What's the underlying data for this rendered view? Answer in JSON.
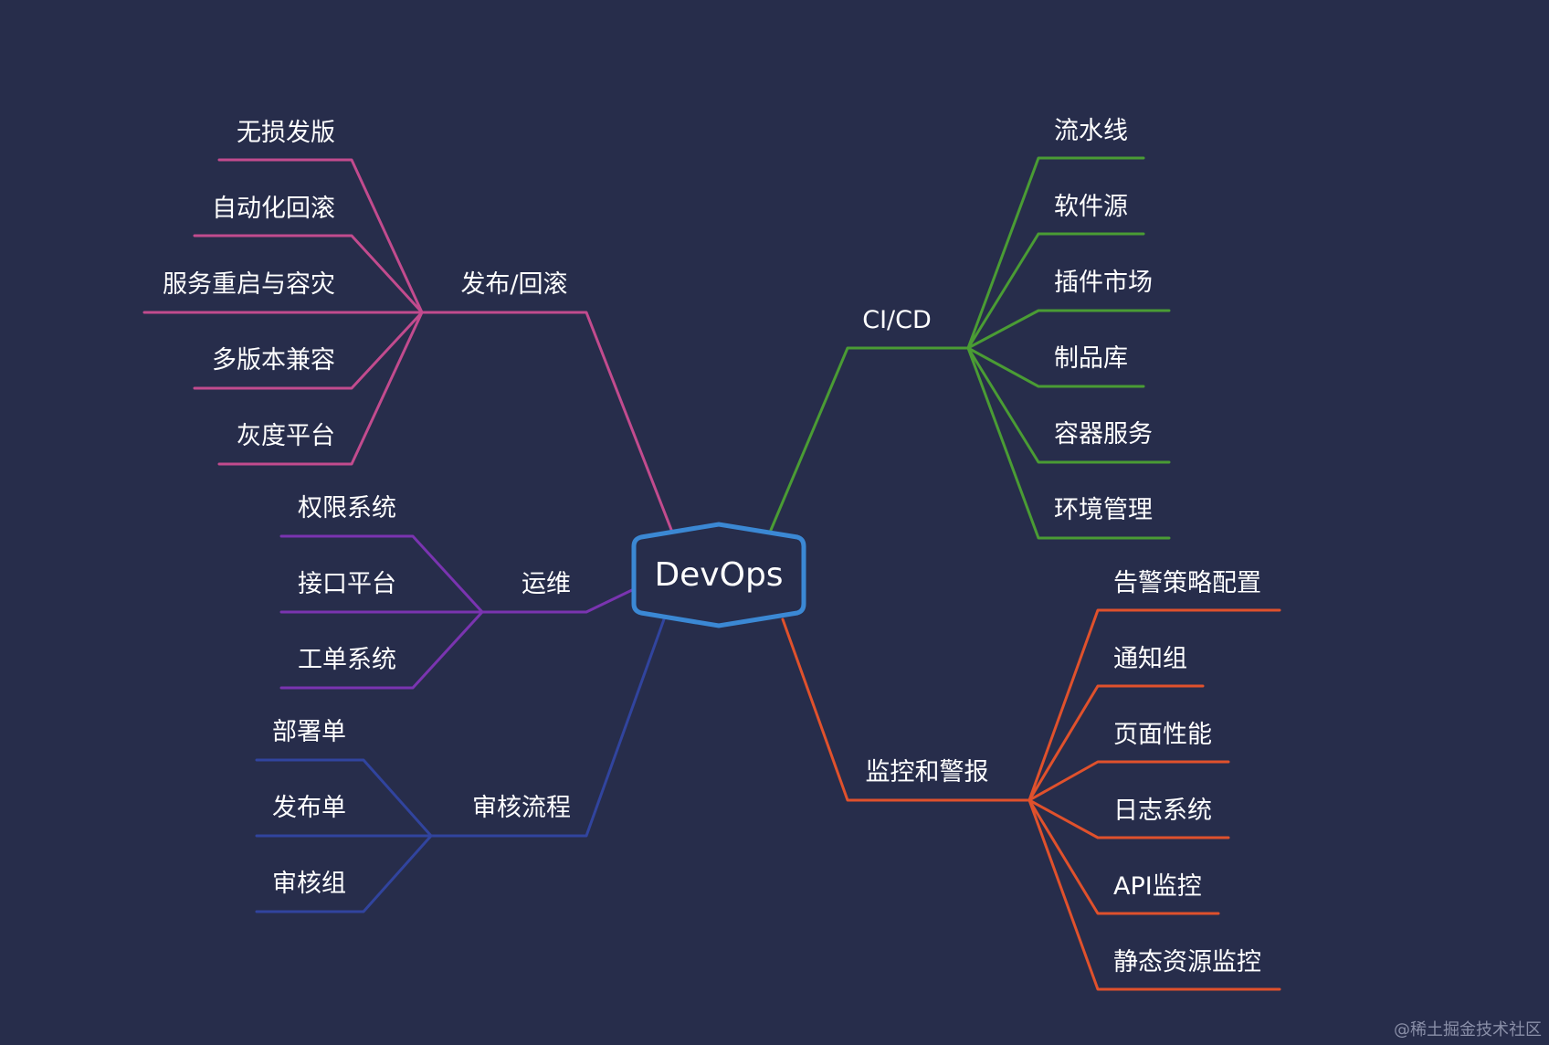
{
  "root": {
    "label": "DevOps",
    "color": "#3b88d4"
  },
  "branches": [
    {
      "id": "release",
      "label": "发布/回滚",
      "color": "#c24b8e",
      "items": [
        "无损发版",
        "自动化回滚",
        "服务重启与容灾",
        "多版本兼容",
        "灰度平台"
      ]
    },
    {
      "id": "ops",
      "label": "运维",
      "color": "#7a34b0",
      "items": [
        "权限系统",
        "接口平台",
        "工单系统"
      ]
    },
    {
      "id": "review",
      "label": "审核流程",
      "color": "#31449e",
      "items": [
        "部署单",
        "发布单",
        "审核组"
      ]
    },
    {
      "id": "cicd",
      "label": "CI/CD",
      "color": "#4a9c34",
      "items": [
        "流水线",
        "软件源",
        "插件市场",
        "制品库",
        "容器服务",
        "环境管理"
      ]
    },
    {
      "id": "monitor",
      "label": "监控和警报",
      "color": "#e0512c",
      "items": [
        "告警策略配置",
        "通知组",
        "页面性能",
        "日志系统",
        "API监控",
        "静态资源监控"
      ]
    }
  ],
  "watermark": "@稀土掘金技术社区"
}
